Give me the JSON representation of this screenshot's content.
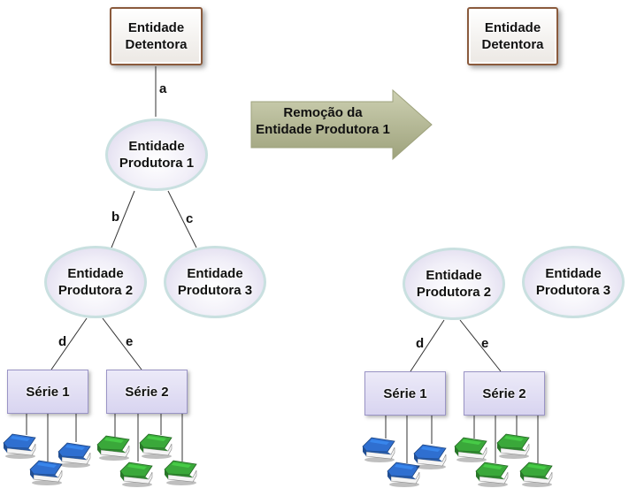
{
  "diagram": {
    "left": {
      "holder": "Entidade Detentora",
      "producer1": "Entidade Produtora 1",
      "producer2": "Entidade Produtora 2",
      "producer3": "Entidade Produtora 3",
      "series1": "Série 1",
      "series2": "Série 2",
      "edges": {
        "a": "a",
        "b": "b",
        "c": "c",
        "d": "d",
        "e": "e"
      }
    },
    "arrow": {
      "label_line1": "Remoção da",
      "label_line2": "Entidade Produtora 1"
    },
    "right": {
      "holder": "Entidade Detentora",
      "producer2": "Entidade Produtora 2",
      "producer3": "Entidade Produtora 3",
      "series1": "Série 1",
      "series2": "Série 2",
      "edges": {
        "d": "d",
        "e": "e"
      }
    },
    "colors": {
      "book_blue": "#2f6fd0",
      "book_green": "#3aa83a",
      "arrow_fill": "#b9bd9a",
      "holder_border": "#8a5a3c",
      "ellipse_border": "#c9e0e0",
      "series_fill": "#d8d4f0"
    },
    "icons": [
      "book-blue-icon",
      "book-green-icon"
    ]
  }
}
